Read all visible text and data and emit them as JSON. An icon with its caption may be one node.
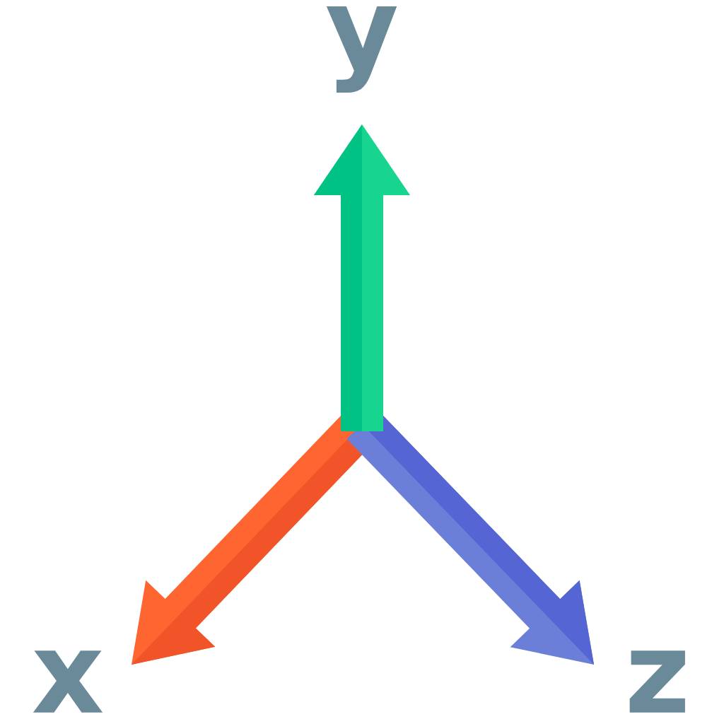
{
  "diagram": {
    "labels": [
      "y",
      "x",
      "z"
    ]
  }
}
